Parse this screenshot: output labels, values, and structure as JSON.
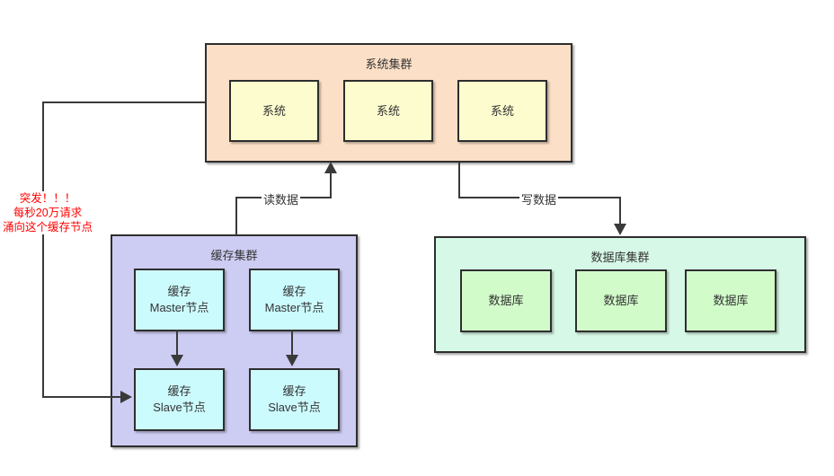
{
  "clusters": {
    "system": {
      "title": "系统集群",
      "nodes": [
        "系统",
        "系统",
        "系统"
      ]
    },
    "cache": {
      "title": "缓存集群",
      "masters": [
        "缓存\nMaster节点",
        "缓存\nMaster节点"
      ],
      "slaves": [
        "缓存\nSlave节点",
        "缓存\nSlave节点"
      ]
    },
    "database": {
      "title": "数据库集群",
      "nodes": [
        "数据库",
        "数据库",
        "数据库"
      ]
    }
  },
  "edges": {
    "read_label": "读数据",
    "write_label": "写数据"
  },
  "annotation": {
    "text": "突发！！！\n每秒20万请求\n涌向这个缓存节点",
    "color": "#ff0000"
  },
  "colors": {
    "system_cluster_bg": "#fbdfc6",
    "system_node_bg": "#fcfcce",
    "cache_cluster_bg": "#cdccf2",
    "cache_node_bg": "#ccfbfe",
    "database_cluster_bg": "#d6f8e6",
    "database_node_bg": "#d2fbca",
    "border": "#2e2e2e",
    "line": "#3a3a3a",
    "annotation_text": "#ff0000"
  }
}
